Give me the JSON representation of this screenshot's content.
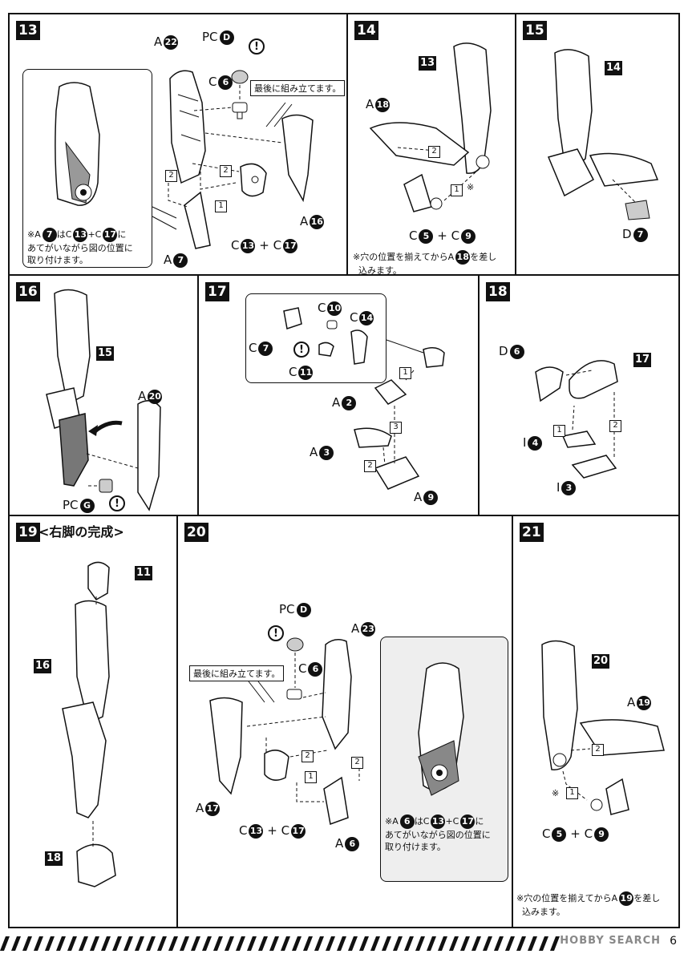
{
  "panels": {
    "p13": {
      "step": "13",
      "label_a22": "A",
      "num_a22": "22",
      "label_pcd": "PC",
      "num_pcd": "D",
      "label_c6": "C",
      "num_c6": "6",
      "label_a16": "A",
      "num_a16": "16",
      "label_a7": "A",
      "num_a7": "7",
      "label_c13c17": "C",
      "num_c13": "13",
      "plus": "+",
      "label_c17": "C",
      "num_c17": "17",
      "tag": "最後に組み立てます。",
      "callout_1": "1",
      "callout_2a": "2",
      "callout_2b": "2",
      "note_line1_a": "※A",
      "note_num1": "7",
      "note_line1_b": "はC",
      "note_num2": "13",
      "note_line1_c": "+C",
      "note_num3": "17",
      "note_line1_d": "に",
      "note_line2": "あてがいながら図の位置に",
      "note_line3": "取り付けます。",
      "warn": "!"
    },
    "p14": {
      "step": "14",
      "ref": "13",
      "label_a18": "A",
      "num_a18": "18",
      "label_c5": "C",
      "num_c5": "5",
      "plus": "+",
      "label_c9": "C",
      "num_c9": "9",
      "callout_1": "1",
      "callout_2": "2",
      "asterisk": "※",
      "note_line1_a": "※穴の位置を揃えてからA",
      "note_num": "18",
      "note_line1_b": "を差し",
      "note_line2": "込みます。"
    },
    "p15": {
      "step": "15",
      "ref": "14",
      "label_d7": "D",
      "num_d7": "7"
    },
    "p16": {
      "step": "16",
      "ref": "15",
      "label_a20": "A",
      "num_a20": "20",
      "label_pcg": "PC",
      "num_pcg": "G",
      "warn": "!"
    },
    "p17": {
      "step": "17",
      "label_c10": "C",
      "num_c10": "10",
      "label_c14": "C",
      "num_c14": "14",
      "label_c7": "C",
      "num_c7": "7",
      "label_c11": "C",
      "num_c11": "11",
      "label_a2": "A",
      "num_a2": "2",
      "label_a3": "A",
      "num_a3": "3",
      "label_a9": "A",
      "num_a9": "9",
      "callout_1": "1",
      "callout_2": "2",
      "callout_3": "3",
      "warn": "!"
    },
    "p18": {
      "step": "18",
      "ref": "17",
      "label_d6": "D",
      "num_d6": "6",
      "label_i4": "I",
      "num_i4": "4",
      "label_i3": "I",
      "num_i3": "3",
      "callout_1": "1",
      "callout_2": "2"
    },
    "p19": {
      "step": "19",
      "title": "<右脚の完成>",
      "ref11": "11",
      "ref16": "16",
      "ref18": "18"
    },
    "p20": {
      "step": "20",
      "label_pcd": "PC",
      "num_pcd": "D",
      "label_a23": "A",
      "num_a23": "23",
      "label_c6": "C",
      "num_c6": "6",
      "label_a17": "A",
      "num_a17": "17",
      "label_c13": "C",
      "num_c13": "13",
      "plus": "+",
      "label_c17": "C",
      "num_c17": "17",
      "label_a6": "A",
      "num_a6": "6",
      "tag": "最後に組み立てます。",
      "callout_1": "1",
      "callout_2a": "2",
      "callout_2b": "2",
      "warn": "!",
      "note_line1_a": "※A",
      "note_num1": "6",
      "note_line1_b": "はC",
      "note_num2": "13",
      "note_line1_c": "+C",
      "note_num3": "17",
      "note_line1_d": "に",
      "note_line2": "あてがいながら図の位置に",
      "note_line3": "取り付けます。"
    },
    "p21": {
      "step": "21",
      "ref": "20",
      "label_a19": "A",
      "num_a19": "19",
      "label_c5": "C",
      "num_c5": "5",
      "plus": "+",
      "label_c9": "C",
      "num_c9": "9",
      "callout_1": "1",
      "callout_2": "2",
      "asterisk": "※",
      "note_line1_a": "※穴の位置を揃えてからA",
      "note_num": "19",
      "note_line1_b": "を差し",
      "note_line2": "込みます。"
    }
  },
  "footer": {
    "page_number": "6",
    "watermark": "HOBBY SEARCH"
  }
}
